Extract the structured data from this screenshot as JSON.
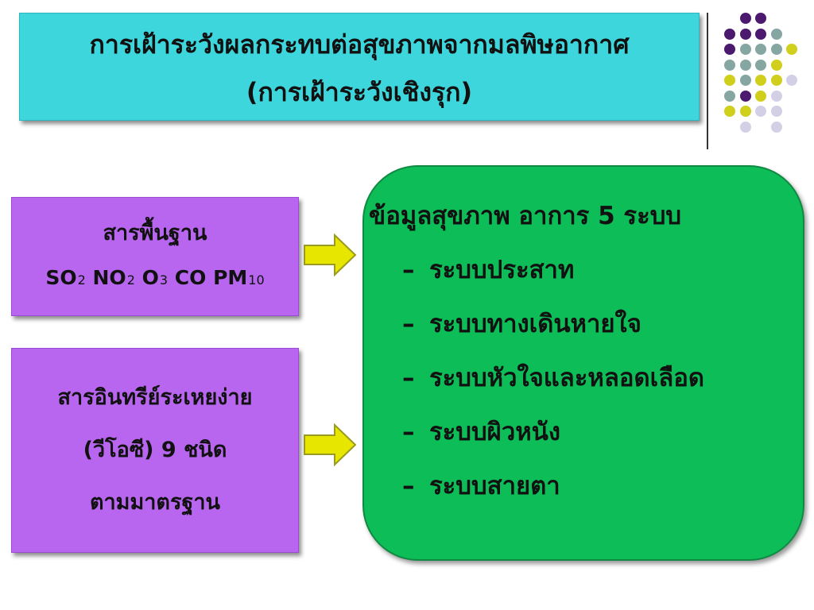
{
  "title": {
    "line1": "การเฝ้าระวังผลกระทบต่อสุขภาพจากมลพิษอากาศ",
    "line2": "(การเฝ้าระวังเชิงรุก)"
  },
  "box_basic": {
    "heading": "สารพื้นฐาน",
    "pollutants": [
      {
        "base": "SO",
        "sub": "2"
      },
      {
        "base": "NO",
        "sub": "2"
      },
      {
        "base": "O",
        "sub": "3"
      },
      {
        "base": "CO",
        "sub": ""
      },
      {
        "base": "PM",
        "sub": "10"
      }
    ]
  },
  "box_voc": {
    "line1": "สารอินทรีย์ระเหยง่าย",
    "line2": "(วีโอซี) 9 ชนิด",
    "line3": "ตามมาตรฐาน"
  },
  "health": {
    "heading": "ข้อมูลสุขภาพ อาการ 5 ระบบ",
    "dash": "–",
    "items": [
      "ระบบประสาท",
      "ระบบทางเดินหายใจ",
      "ระบบหัวใจและหลอดเลือด",
      "ระบบผิวหนัง",
      "ระบบสายตา"
    ]
  },
  "colors": {
    "title_bg": "#3dd6dc",
    "box_bg": "#b866ef",
    "green_bg": "#0dbd57",
    "arrow_fill": "#e6e600",
    "dot_purple": "#4b1a6e",
    "dot_teal": "#86a6a2",
    "dot_yellow": "#cfcf1c",
    "dot_lavender": "#d3d0e6"
  }
}
